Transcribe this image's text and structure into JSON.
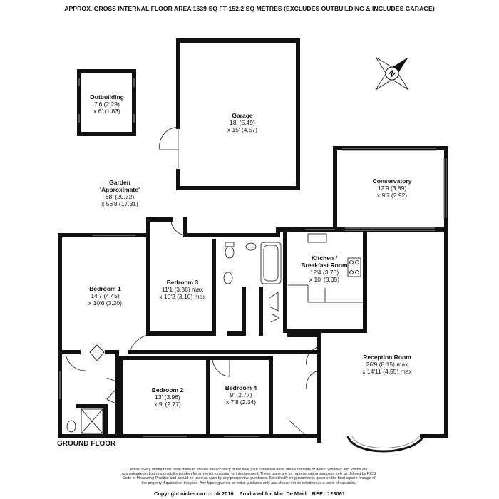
{
  "header": {
    "title": "APPROX. GROSS INTERNAL FLOOR AREA 1639 SQ FT 152.2 SQ METRES (EXCLUDES OUTBUILDING & INCLUDES GARAGE)"
  },
  "rooms": {
    "outbuilding": {
      "name": "Outbuilding",
      "dim1": "7'6 (2.29)",
      "dim2": "x 6' (1.83)"
    },
    "garage": {
      "name": "Garage",
      "dim1": "18' (5.49)",
      "dim2": "x 15' (4.57)"
    },
    "garden": {
      "name1": "Garden",
      "name2": "'Approximate'",
      "dim1": "68' (20.72)",
      "dim2": "x 56'8 (17.31)"
    },
    "conservatory": {
      "name": "Conservatory",
      "dim1": "12'9 (3.89)",
      "dim2": "x 9'7 (2.92)"
    },
    "kitchen": {
      "name1": "Kitchen /",
      "name2": "Breakfast Room",
      "dim1": "12'4 (3.76)",
      "dim2": "x 10' (3.05)"
    },
    "bedroom1": {
      "name": "Bedroom 1",
      "dim1": "14'7 (4.45)",
      "dim2": "x 10'6 (3.20)"
    },
    "bedroom3": {
      "name": "Bedroom 3",
      "dim1": "11'1 (3.38) max",
      "dim2": "x 10'2 (3.10) max"
    },
    "bedroom2": {
      "name": "Bedroom 2",
      "dim1": "13' (3.96)",
      "dim2": "x 9' (2.77)"
    },
    "bedroom4": {
      "name": "Bedroom 4",
      "dim1": "9' (2.77)",
      "dim2": "x 7'8 (2.34)"
    },
    "reception": {
      "name": "Reception Room",
      "dim1": "26'9 (8.15) max",
      "dim2": "x 14'11 (4.55) max"
    }
  },
  "compass": {
    "letter": "N"
  },
  "floor_label": "GROUND FLOOR",
  "disclaimer": "Whilst every attempt has been made to ensure the accuracy of the floor plan contained here, measurements of doors, windows and rooms are approximate and no responsibility is taken for any error, omission or misstatement. These plans are for representation purposes only as defined by RICS Code of Measuring Practice and should be used as such by any prospective purchaser. Specifically no guarantee is given on the total square footage of the property if quoted on this plan. Any figure given is for initial guidance only and should not be relied on as a basis of valuation.",
  "footer": {
    "copyright": "Copyright nichecom.co.uk 2016",
    "produced": "Produced for Alan De Maid",
    "ref": "REF : 128061"
  },
  "colors": {
    "wall": "#111111",
    "window": "#888888",
    "paper": "#ffffff"
  }
}
